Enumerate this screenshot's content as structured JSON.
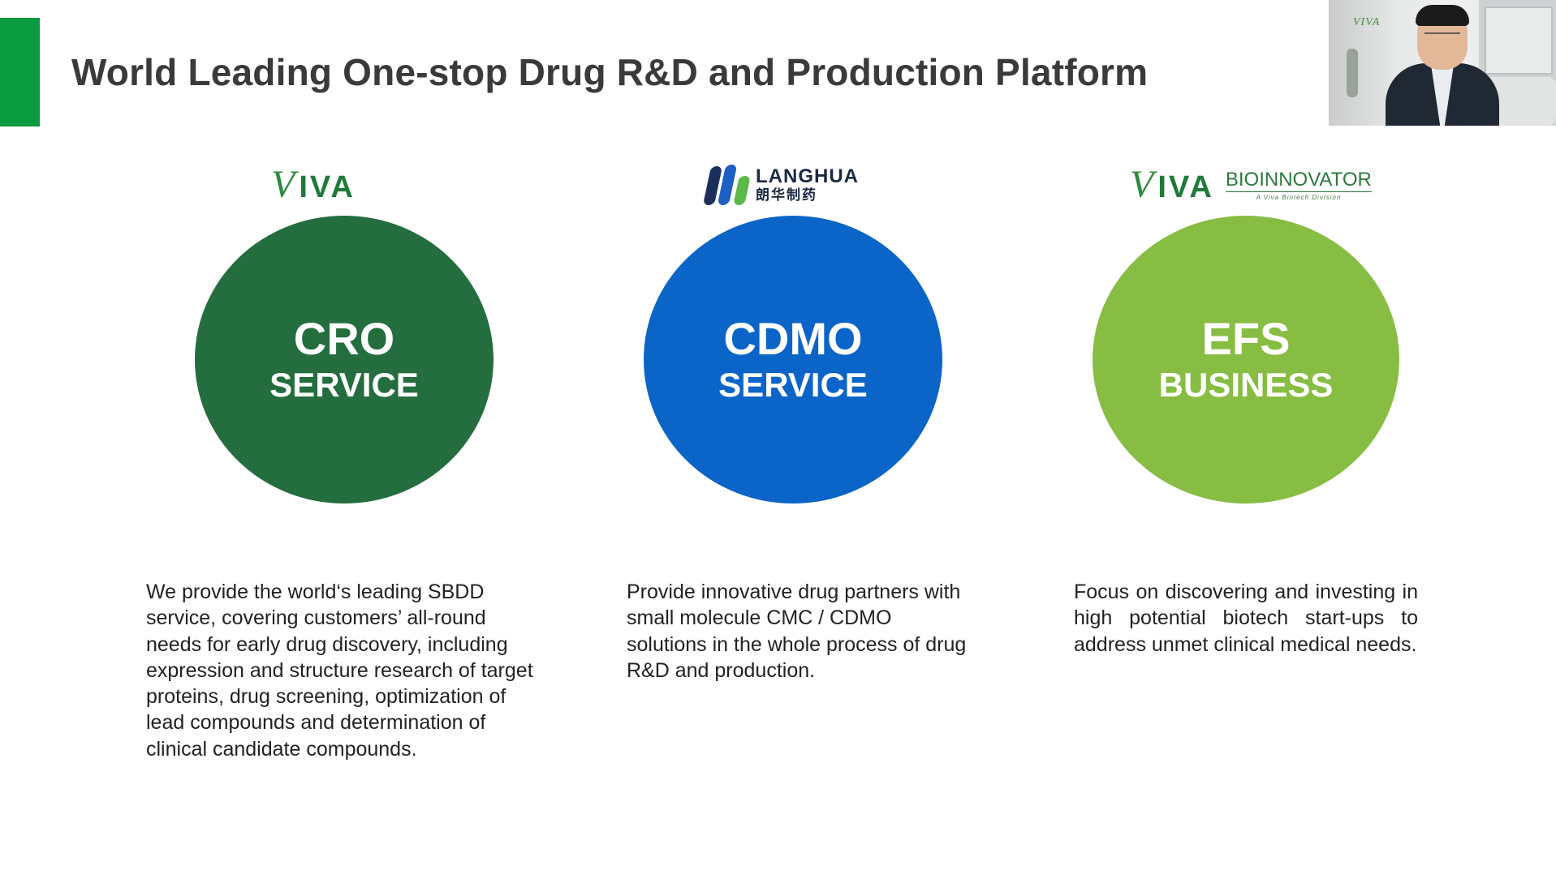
{
  "slide": {
    "title": "World Leading One-stop Drug R&D and Production Platform",
    "accent_color": "#0a9a3f"
  },
  "webcam": {
    "logo_text": "VIVA"
  },
  "columns": [
    {
      "logo": {
        "text": "IVA",
        "initial": "V"
      },
      "circle": {
        "line1": "CRO",
        "line2": "SERVICE",
        "color": "#236d3e"
      },
      "description": "We provide the world‘s leading SBDD service, covering customers’ all-round needs for early drug discovery, including expression and structure research of target proteins, drug screening, optimization of lead compounds and determination of clinical candidate compounds."
    },
    {
      "logo": {
        "name_en": "LANGHUA",
        "name_cn": "朗华制药",
        "mark_colors": [
          "#1c2f5c",
          "#1d5fc2",
          "#5cb848"
        ]
      },
      "circle": {
        "line1": "CDMO",
        "line2": "SERVICE",
        "color": "#0b64c8"
      },
      "description": "Provide innovative drug partners with small molecule CMC / CDMO solutions in the whole process of drug R&D and production."
    },
    {
      "logo": {
        "text": "IVA",
        "initial": "V",
        "bio_name": "BIOINNOVATOR",
        "bio_sub": "A Viva Biotech Division"
      },
      "circle": {
        "line1": "EFS",
        "line2": "BUSINESS",
        "color": "#86bd42"
      },
      "description": "Focus on discovering and investing in high potential biotech start-ups to address unmet clinical medical needs."
    }
  ]
}
